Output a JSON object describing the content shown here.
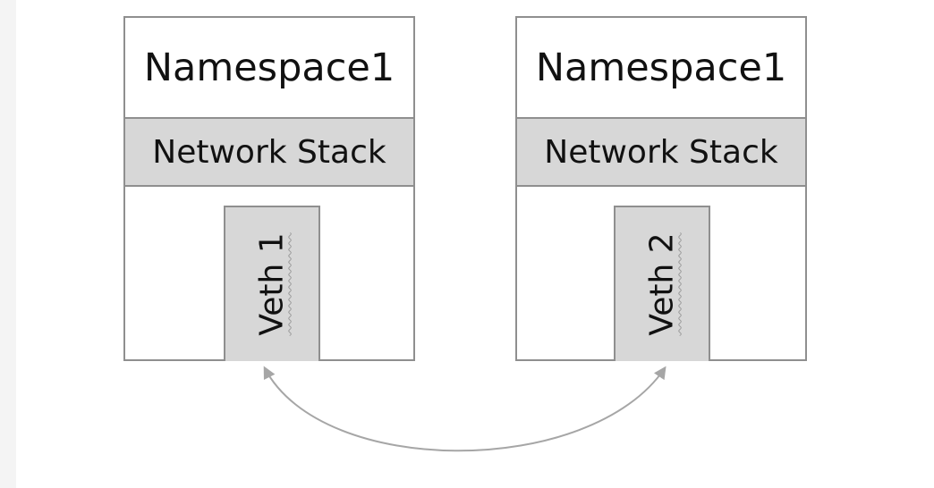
{
  "namespaces": [
    {
      "title": "Namespace1",
      "stack_label": "Network Stack",
      "veth_label": "Veth 1"
    },
    {
      "title": "Namespace1",
      "stack_label": "Network Stack",
      "veth_label": "Veth 2"
    }
  ],
  "colors": {
    "box_border": "#8f8f8f",
    "stack_fill": "#d7d7d7",
    "arrow": "#a6a6a6",
    "text": "#111111"
  }
}
